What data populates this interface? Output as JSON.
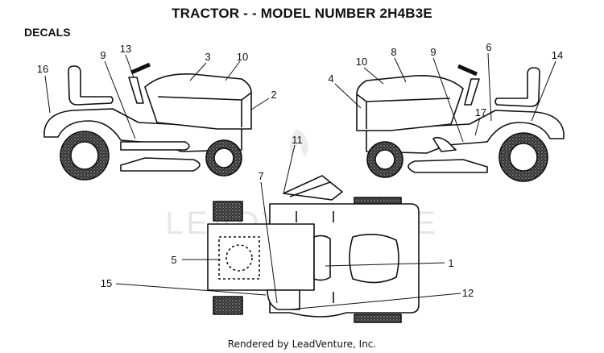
{
  "title": "TRACTOR - - MODEL NUMBER 2H4B3E",
  "section": "DECALS",
  "footer": "Rendered by LeadVenture, Inc.",
  "watermark": "LEADVENTURE",
  "callouts": {
    "c16": "16",
    "c9a": "9",
    "c13": "13",
    "c3": "3",
    "c10a": "10",
    "c2": "2",
    "c10b": "10",
    "c8": "8",
    "c9b": "9",
    "c6": "6",
    "c14": "14",
    "c4": "4",
    "c17": "17",
    "c11": "11",
    "c7": "7",
    "c5": "5",
    "c1": "1",
    "c15": "15",
    "c12": "12"
  }
}
